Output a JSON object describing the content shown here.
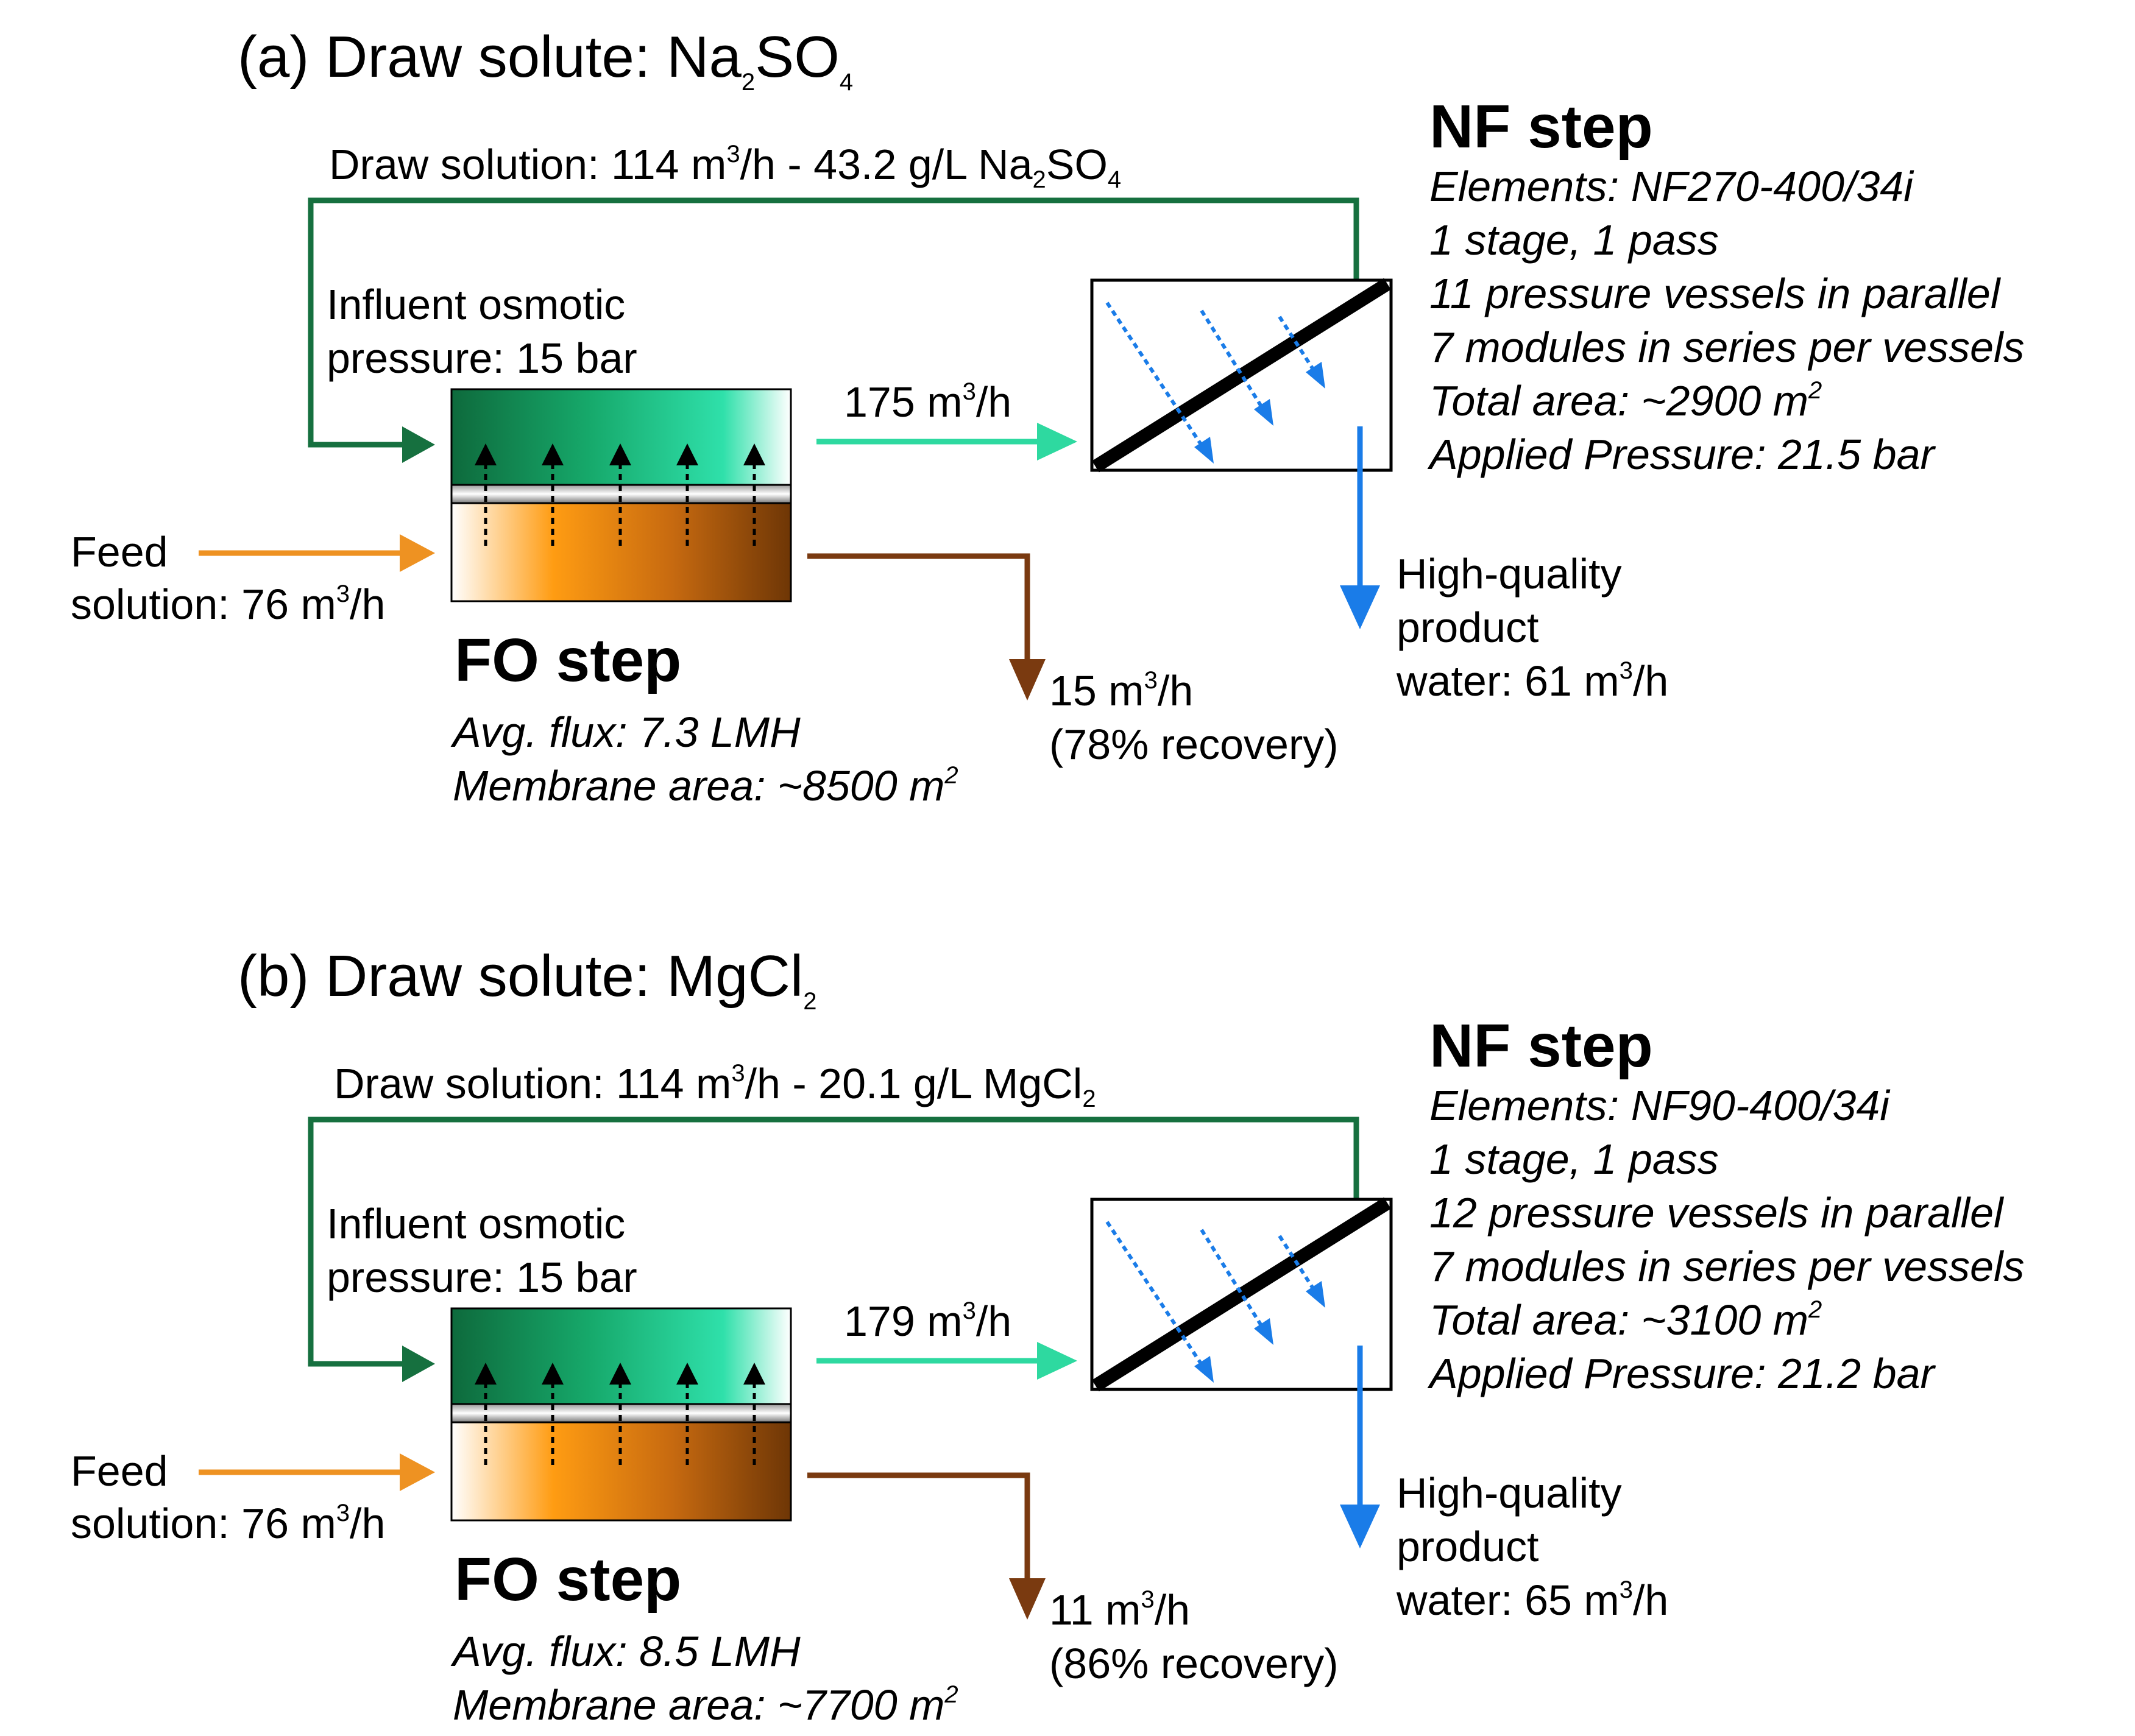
{
  "panels": [
    {
      "title_prefix": "(a) Draw solute: Na",
      "title_sub1": "2",
      "title_mid": "SO",
      "title_sub2": "4",
      "draw_solution_prefix": "Draw solution: 114 m",
      "draw_solution_sup": "3",
      "draw_solution_mid": "/h - 43.2 g/L Na",
      "draw_solution_sub1": "2",
      "draw_solution_mid2": "SO",
      "draw_solution_sub2": "4",
      "influent_line1": "Influent osmotic",
      "influent_line2": "pressure: 15 bar",
      "flow_prefix": "175 m",
      "flow_sup": "3",
      "flow_suffix": "/h",
      "feed_line1": "Feed",
      "feed_line2_prefix": "solution: 76 m",
      "feed_line2_sup": "3",
      "feed_line2_suffix": "/h",
      "fo_title": "FO step",
      "fo_flux": "Avg. flux: 7.3 LMH",
      "fo_area_prefix": "Membrane area: ~8500 m",
      "fo_area_sup": "2",
      "conc_prefix": "15 m",
      "conc_sup": "3",
      "conc_suffix": "/h",
      "recovery": "(78% recovery)",
      "nf_title": "NF step",
      "nf_elements": "Elements: NF270-400/34i",
      "nf_stage": "1 stage, 1 pass",
      "nf_vessels": "11 pressure vessels in parallel",
      "nf_modules": "7 modules in series per vessels",
      "nf_area_prefix": "Total area: ~2900 m",
      "nf_area_sup": "2",
      "nf_pressure": "Applied Pressure: 21.5 bar",
      "product_line1": "High-quality",
      "product_line2": "product",
      "product_line3_prefix": "water: 61 m",
      "product_line3_sup": "3",
      "product_line3_suffix": "/h"
    },
    {
      "title_prefix": "(b) Draw solute: MgCl",
      "title_sub1": "2",
      "draw_solution_prefix": "Draw solution: 114 m",
      "draw_solution_sup": "3",
      "draw_solution_mid": "/h - 20.1 g/L MgCl",
      "draw_solution_sub1": "2",
      "influent_line1": "Influent osmotic",
      "influent_line2": "pressure: 15 bar",
      "flow_prefix": "179 m",
      "flow_sup": "3",
      "flow_suffix": "/h",
      "feed_line1": "Feed",
      "feed_line2_prefix": "solution: 76 m",
      "feed_line2_sup": "3",
      "feed_line2_suffix": "/h",
      "fo_title": "FO step",
      "fo_flux": "Avg. flux: 8.5 LMH",
      "fo_area_prefix": "Membrane area: ~7700 m",
      "fo_area_sup": "2",
      "conc_prefix": "11 m",
      "conc_sup": "3",
      "conc_suffix": "/h",
      "recovery": "(86% recovery)",
      "nf_title": "NF step",
      "nf_elements": "Elements: NF90-400/34i",
      "nf_stage": "1 stage, 1 pass",
      "nf_vessels": "12 pressure vessels in parallel",
      "nf_modules": "7 modules in series per vessels",
      "nf_area_prefix": "Total area: ~3100 m",
      "nf_area_sup": "2",
      "nf_pressure": "Applied Pressure: 21.2 bar",
      "product_line1": "High-quality",
      "product_line2": "product",
      "product_line3_prefix": "water: 65 m",
      "product_line3_sup": "3",
      "product_line3_suffix": "/h"
    }
  ],
  "colors": {
    "draw_loop": "#16703f",
    "draw_to_nf": "#2ed9a0",
    "feed": "#ee9222",
    "concentrate": "#7a3a10",
    "permeate": "#1a7ce8"
  }
}
